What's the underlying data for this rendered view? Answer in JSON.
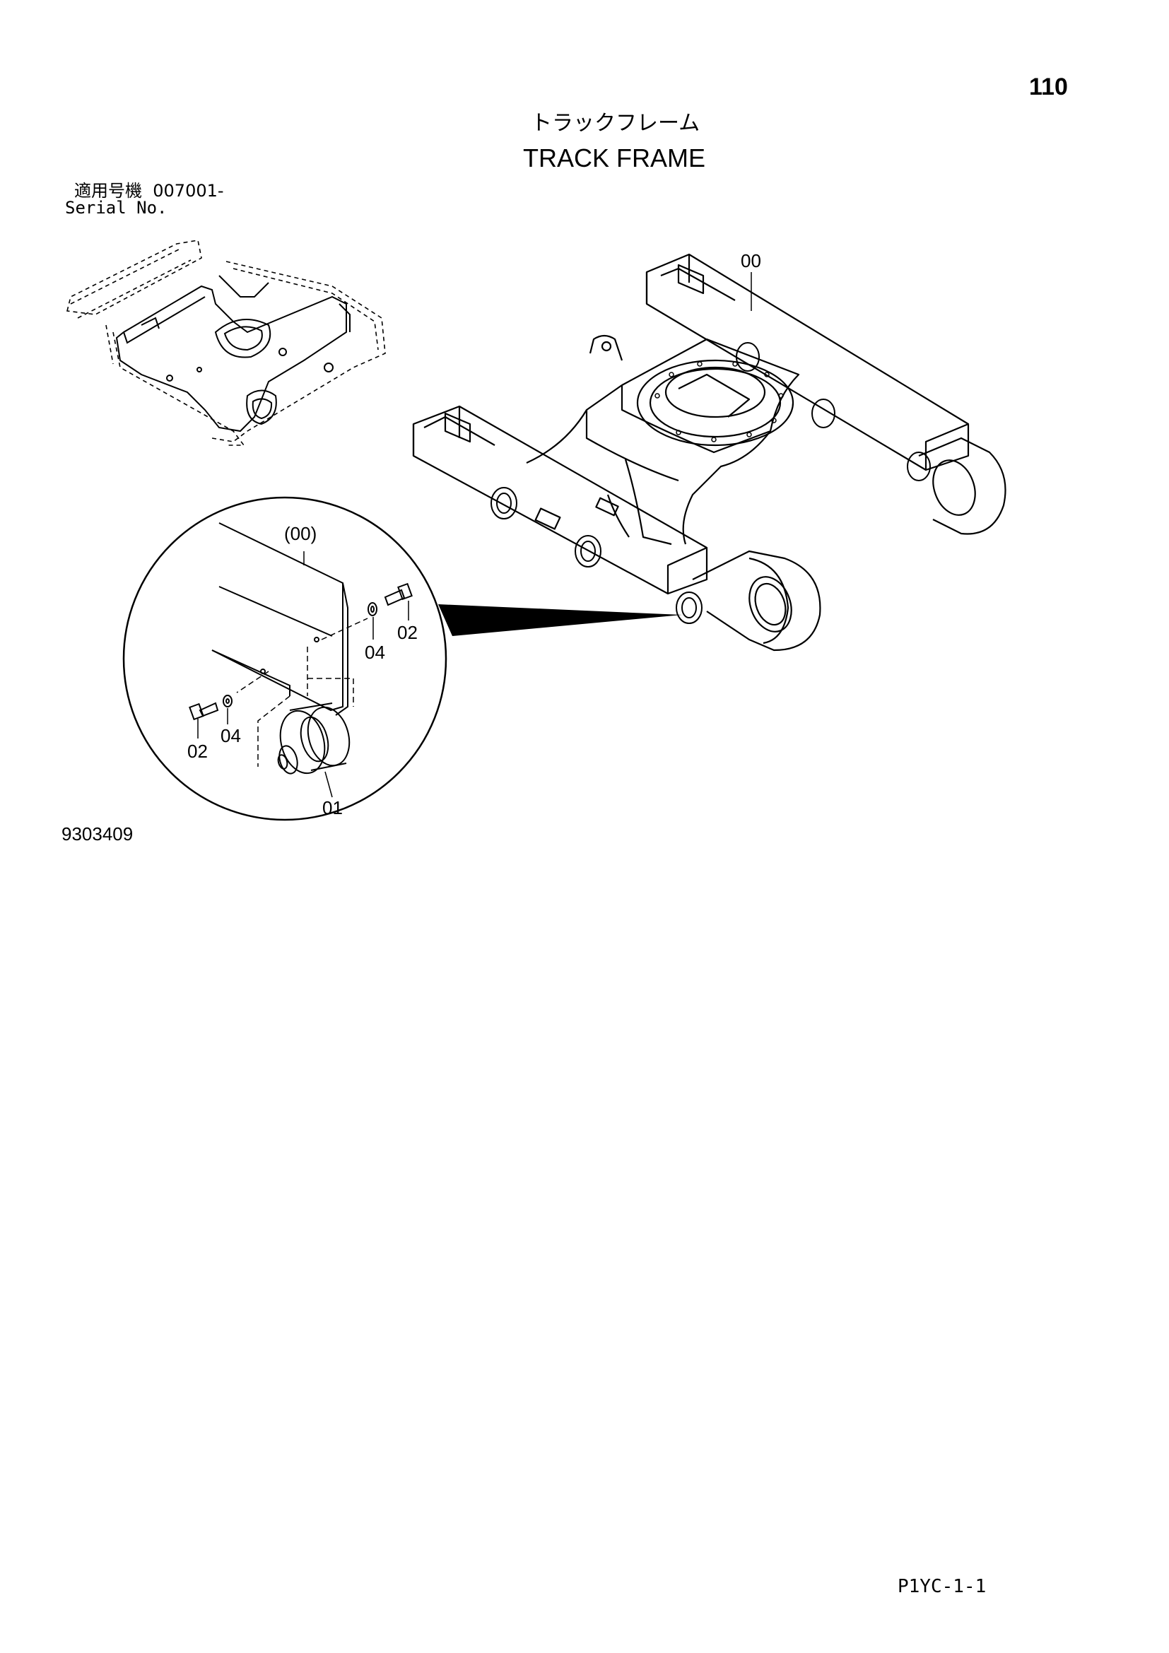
{
  "header": {
    "page_number": "110",
    "title_jp": "トラックフレーム",
    "title_en": "TRACK FRAME",
    "serial_label_jp": "適用号機",
    "serial_value": "007001-",
    "serial_label_en": "Serial No."
  },
  "figure": {
    "figure_number": "9303409",
    "callouts": {
      "frame": "00",
      "frame_ref": "(00)",
      "roller": "01",
      "bolt_right": "02",
      "washer_right": "04",
      "bolt_left": "02",
      "washer_left": "04"
    }
  },
  "footer": {
    "page_code": "P1YC-1-1"
  }
}
